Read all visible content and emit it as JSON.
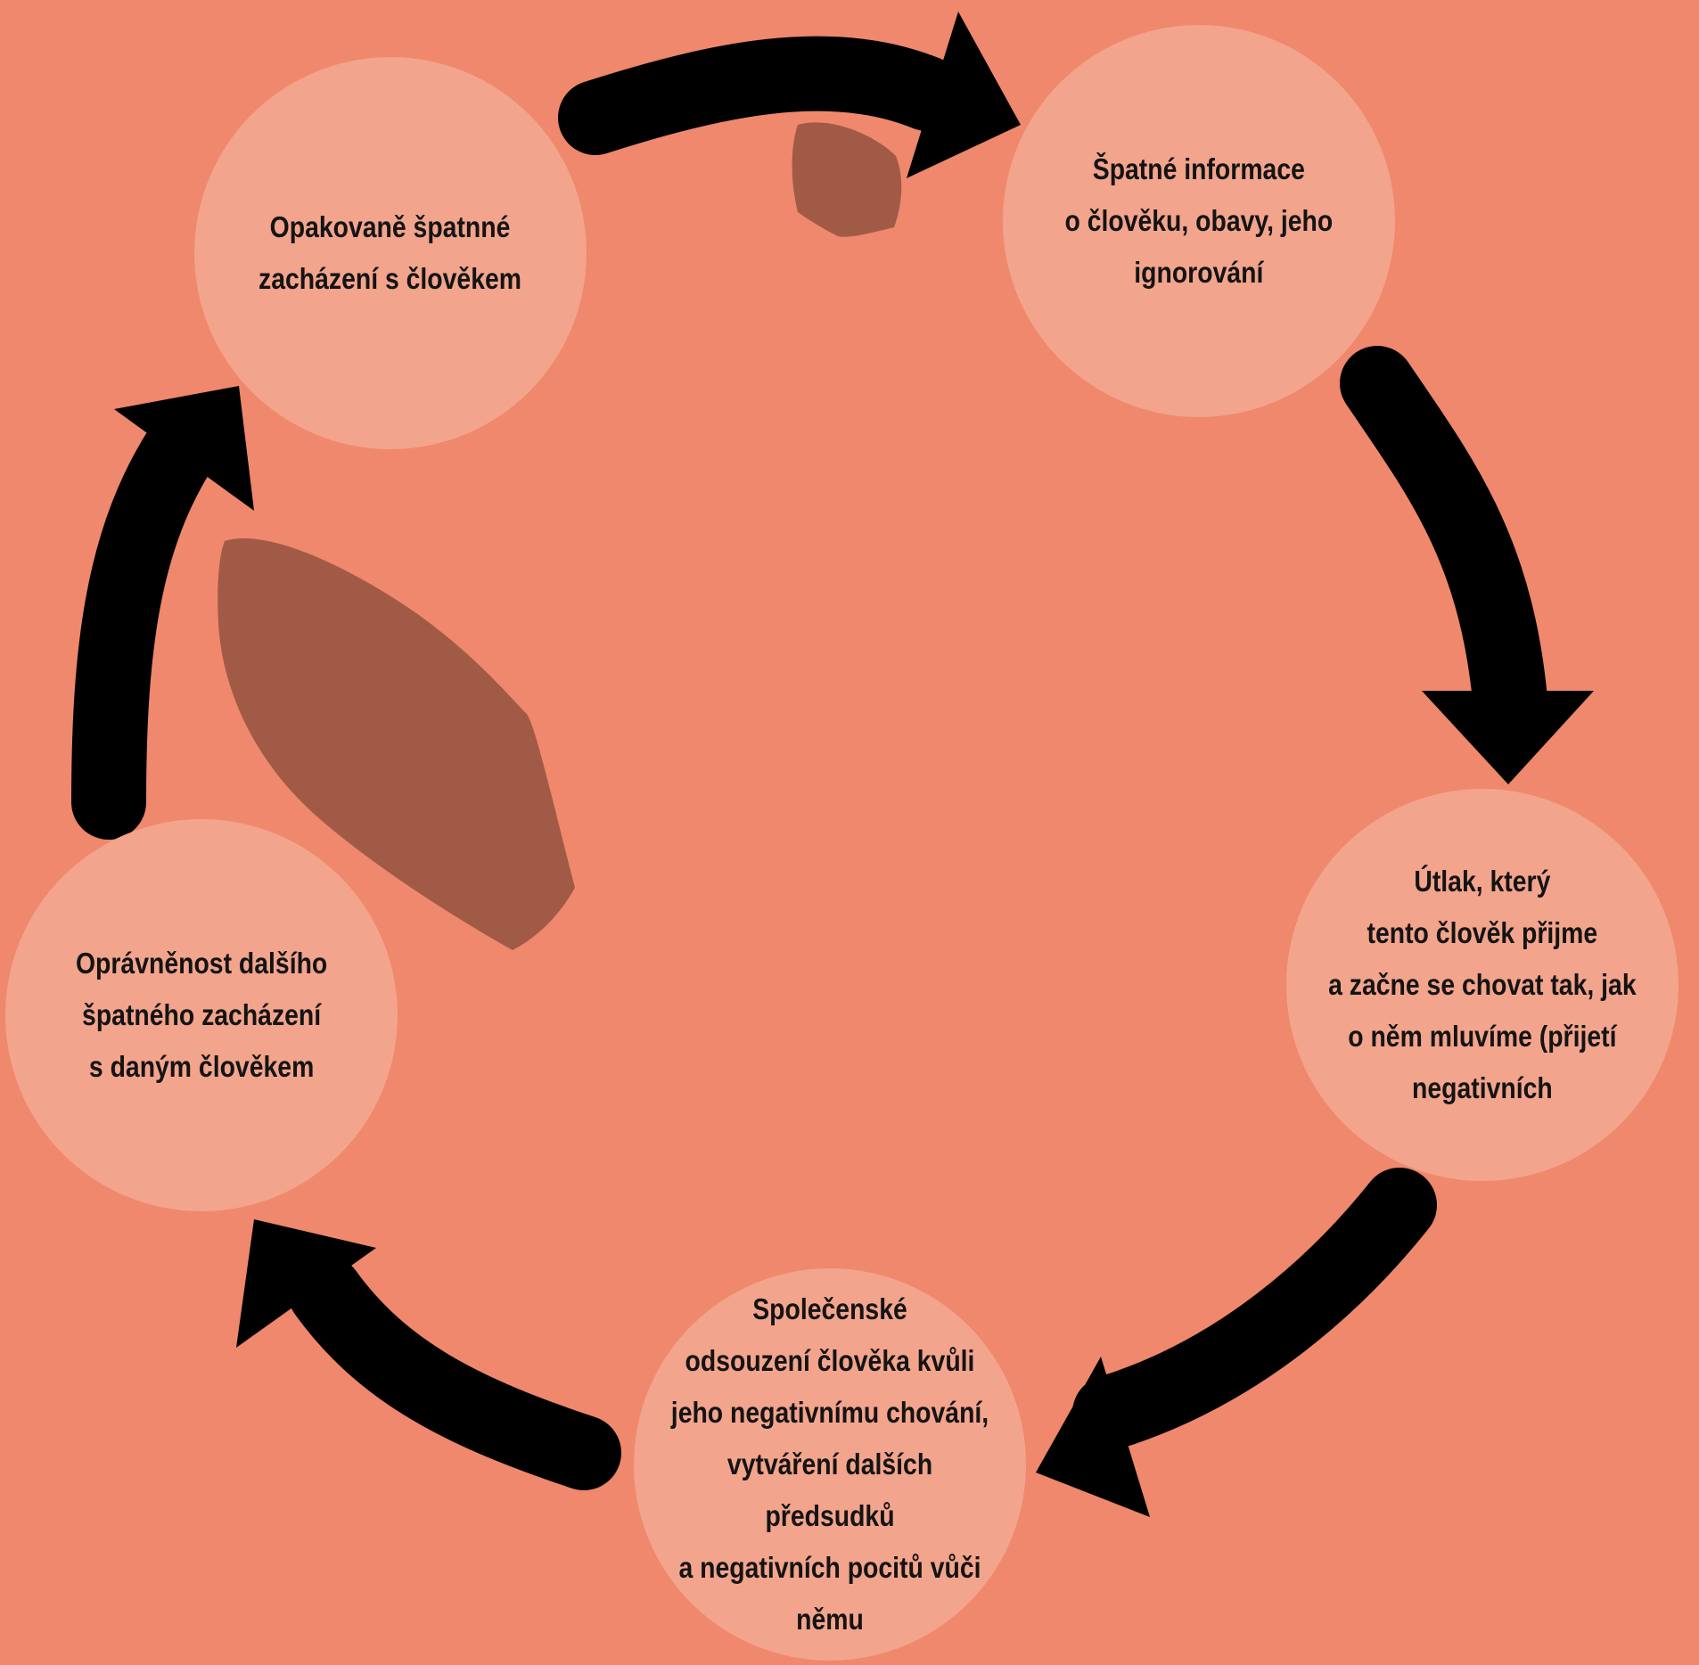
{
  "colors": {
    "background": "#ef886c",
    "node_fill": "#f3a48c",
    "arrow": "#000000",
    "decoration": "#a15a46",
    "text": "#141414"
  },
  "diagram": {
    "type": "cycle",
    "nodes": [
      {
        "id": "node-1",
        "text": "Opakovaně špatnné\nzacházení s člověkem"
      },
      {
        "id": "node-2",
        "text": "Špatné informace\no člověku, obavy, jeho\nignorování"
      },
      {
        "id": "node-3",
        "text": "Útlak, který\ntento člověk přijme\na začne se chovat tak, jak\no něm mluvíme (přijetí\nnegativních"
      },
      {
        "id": "node-4",
        "text": "Společenské\nodsouzení člověka kvůli\njeho negativnímu chování,\nvytváření dalších předsudků\na negativních pocitů vůči\nněmu"
      },
      {
        "id": "node-5",
        "text": "Oprávněnost dalšího\nšpatného zacházení\ns daným člověkem"
      }
    ],
    "edges": [
      {
        "from": "node-1",
        "to": "node-2"
      },
      {
        "from": "node-2",
        "to": "node-3"
      },
      {
        "from": "node-3",
        "to": "node-4"
      },
      {
        "from": "node-4",
        "to": "node-5"
      },
      {
        "from": "node-5",
        "to": "node-1"
      }
    ]
  }
}
